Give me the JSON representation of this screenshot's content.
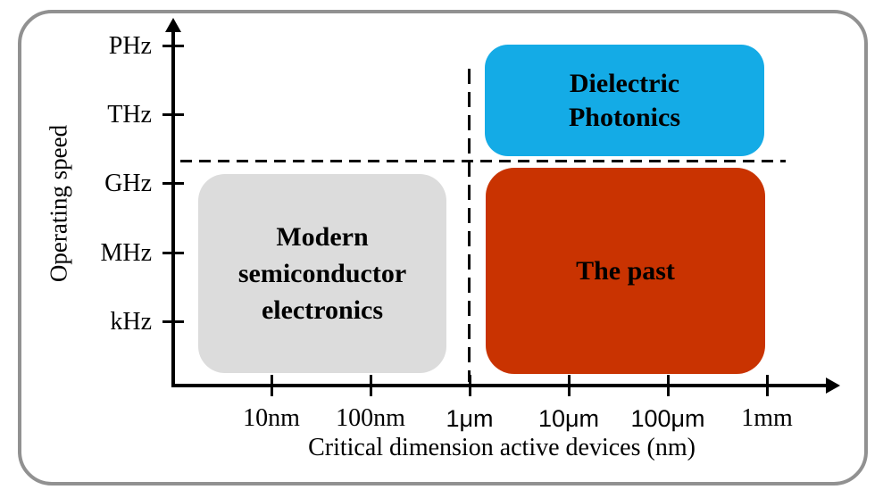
{
  "figure": {
    "y_axis": {
      "title": "Operating speed",
      "ticks": [
        "PHz",
        "THz",
        "GHz",
        "MHz",
        "kHz"
      ]
    },
    "x_axis": {
      "title": "Critical dimension active devices (nm)",
      "ticks": [
        "10nm",
        "100nm",
        "1μm",
        "10μm",
        "100μm",
        "1mm"
      ]
    },
    "regions": [
      {
        "name": "modern-semiconductor-electronics",
        "lines": [
          "Modern",
          "semiconductor",
          "electronics"
        ],
        "fill": "#dcdcdc"
      },
      {
        "name": "dielectric-photonics",
        "lines": [
          "Dielectric",
          "Photonics"
        ],
        "fill": "#14abe6"
      },
      {
        "name": "the-past",
        "lines": [
          "The past"
        ],
        "fill": "#c93301"
      }
    ],
    "threshold_lines": {
      "horizontal": "between THz and GHz (speed limit of electronics)",
      "vertical": "at 1μm (size limit of photonics)"
    },
    "colors": {
      "frame_border": "#919191",
      "axis": "#000000",
      "gray_region": "#dcdcdc",
      "blue_region": "#14abe6",
      "red_region": "#c93301",
      "text": "#000000"
    }
  }
}
